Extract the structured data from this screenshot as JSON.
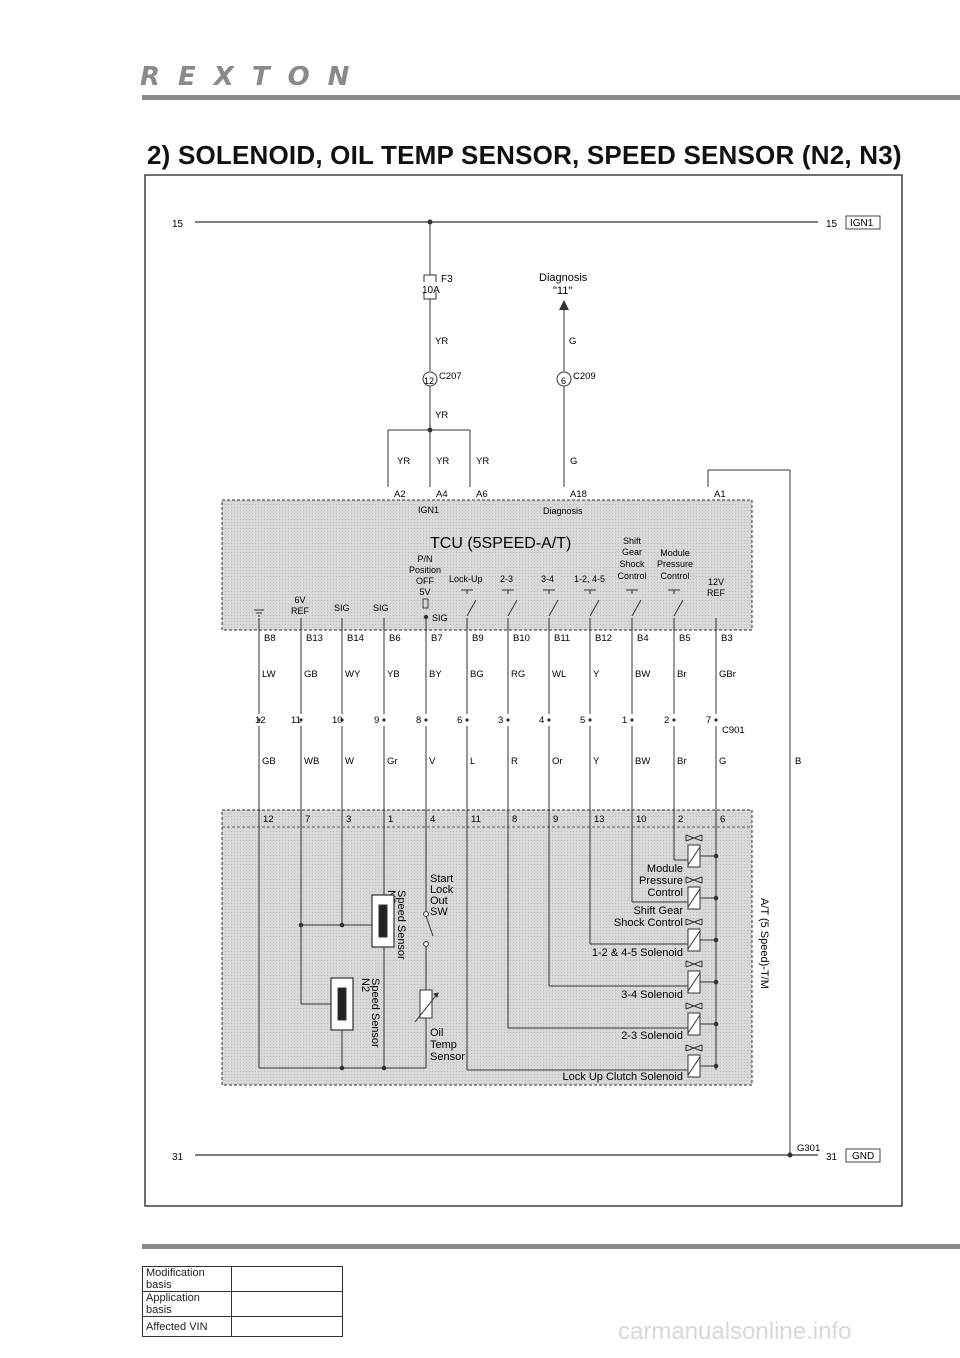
{
  "header": {
    "brand": "REXTON"
  },
  "page_title": "2) SOLENOID, OIL TEMP SENSOR, SPEED SENSOR (N2, N3)",
  "power": {
    "left_num": "15",
    "right_num": "15",
    "tag": "IGN1"
  },
  "ground": {
    "left_num": "31",
    "right_num": "31",
    "tag": "GND",
    "point": "G301"
  },
  "fuse": {
    "name": "F3",
    "rating": "10A"
  },
  "diagnosis": {
    "label": "Diagnosis",
    "code": "\"11\"",
    "wire": "G",
    "connector": "C209",
    "pin": "6"
  },
  "feed": {
    "wire": "YR",
    "connector": "C207",
    "pin": "12"
  },
  "tcu_inputs": [
    {
      "wire": "YR",
      "pin": "A2"
    },
    {
      "wire": "YR",
      "pin": "A4"
    },
    {
      "wire": "YR",
      "pin": "A6"
    },
    {
      "wire": "G",
      "pin": "A18"
    },
    {
      "pin": "A1"
    }
  ],
  "tcu": {
    "title": "TCU (5SPEED-A/T)",
    "ign1": "IGN1",
    "diag": "Diagnosis",
    "ref6v": [
      "6V",
      "REF"
    ],
    "sig": "SIG",
    "pn": [
      "P/N",
      "Position",
      "OFF",
      "5V"
    ],
    "lockup": "Lock-Up",
    "s23": "2-3",
    "s34": "3-4",
    "s1245": "1-2, 4-5",
    "sgsc": [
      "Shift",
      "Gear",
      "Shock",
      "Control"
    ],
    "mpc": [
      "Module",
      "Pressure",
      "Control"
    ],
    "ref12v": [
      "12V",
      "REF"
    ]
  },
  "tcu_pins": [
    "B8",
    "B13",
    "B14",
    "B6",
    "B7",
    "B9",
    "B10",
    "B11",
    "B12",
    "B4",
    "B5",
    "B3"
  ],
  "upper_wires": [
    "LW",
    "GB",
    "WY",
    "YB",
    "BY",
    "BG",
    "RG",
    "WL",
    "Y",
    "BW",
    "Br",
    "GBr"
  ],
  "c901": {
    "name": "C901",
    "pins": [
      "12",
      "11",
      "10",
      "9",
      "8",
      "6",
      "3",
      "4",
      "5",
      "1",
      "2",
      "7"
    ]
  },
  "lower_wires": [
    "GB",
    "WB",
    "W",
    "Gr",
    "V",
    "L",
    "R",
    "Or",
    "Y",
    "BW",
    "Br",
    "G"
  ],
  "ground_wire": "B",
  "tm_pins": [
    "12",
    "7",
    "3",
    "1",
    "4",
    "11",
    "8",
    "9",
    "13",
    "10",
    "2",
    "6"
  ],
  "transmission": {
    "label": "A/T (5 Speed)-T/M",
    "module_pressure": [
      "Module",
      "Pressure",
      "Control"
    ],
    "shift_gear": [
      "Shift Gear",
      "Shock Control"
    ],
    "sol_1245": "1-2 & 4-5 Solenoid",
    "sol_34": "3-4  Solenoid",
    "sol_23": "2-3  Solenoid",
    "sol_lockup": "Lock Up Clutch Solenoid",
    "start_lock": [
      "Start",
      "Lock",
      "Out",
      "SW"
    ],
    "speed_n3": [
      "Speed Sensor",
      "N3"
    ],
    "speed_n2": [
      "Speed Sensor",
      "N2"
    ],
    "oil_temp": [
      "Oil",
      "Temp",
      "Sensor"
    ]
  },
  "mod_table": [
    {
      "label": "Modification basis",
      "value": ""
    },
    {
      "label": "Application basis",
      "value": ""
    },
    {
      "label": "Affected VIN",
      "value": ""
    }
  ],
  "watermark": "carmanualsonline.info"
}
